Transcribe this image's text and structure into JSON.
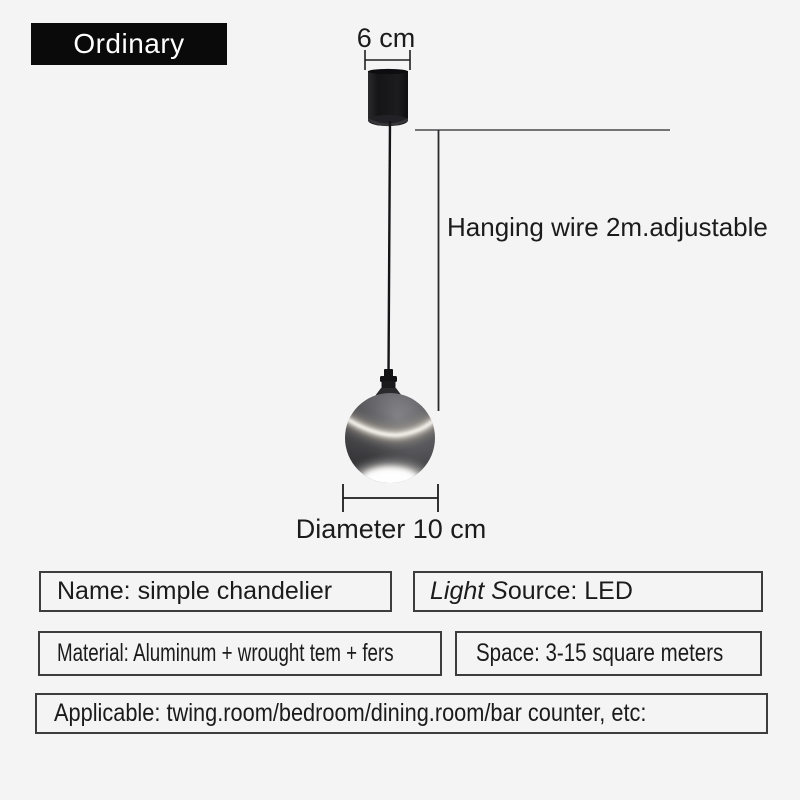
{
  "badge": {
    "label": "Ordinary"
  },
  "diagram": {
    "top_dimension": "6 cm",
    "wire_label": "Hanging wire 2m.adjustable",
    "diameter_label": "Diameter 10 cm"
  },
  "specs": {
    "name": "Name: simple chandelier",
    "light_source": {
      "italic": "Light S",
      "rest": "ource: LED"
    },
    "material": "Material: Aluminum + wrought tem + fers",
    "space": "Space: 3-15 square meters",
    "applicable": "Applicable: twing.room/bedroom/dining.room/bar counter, etc:"
  },
  "colors": {
    "background": "#f4f4f5",
    "badge_background": "#0a0a0a",
    "badge_text": "#ffffff",
    "body_text": "#1b1b1b",
    "box_border": "#3d3d3d",
    "lamp_black": "#1b1b1d",
    "sphere_gray": "#55555a",
    "glow_warm": "#ffeecb",
    "glow_white": "#ffffff",
    "dimension_line": "#2e2e2e"
  }
}
